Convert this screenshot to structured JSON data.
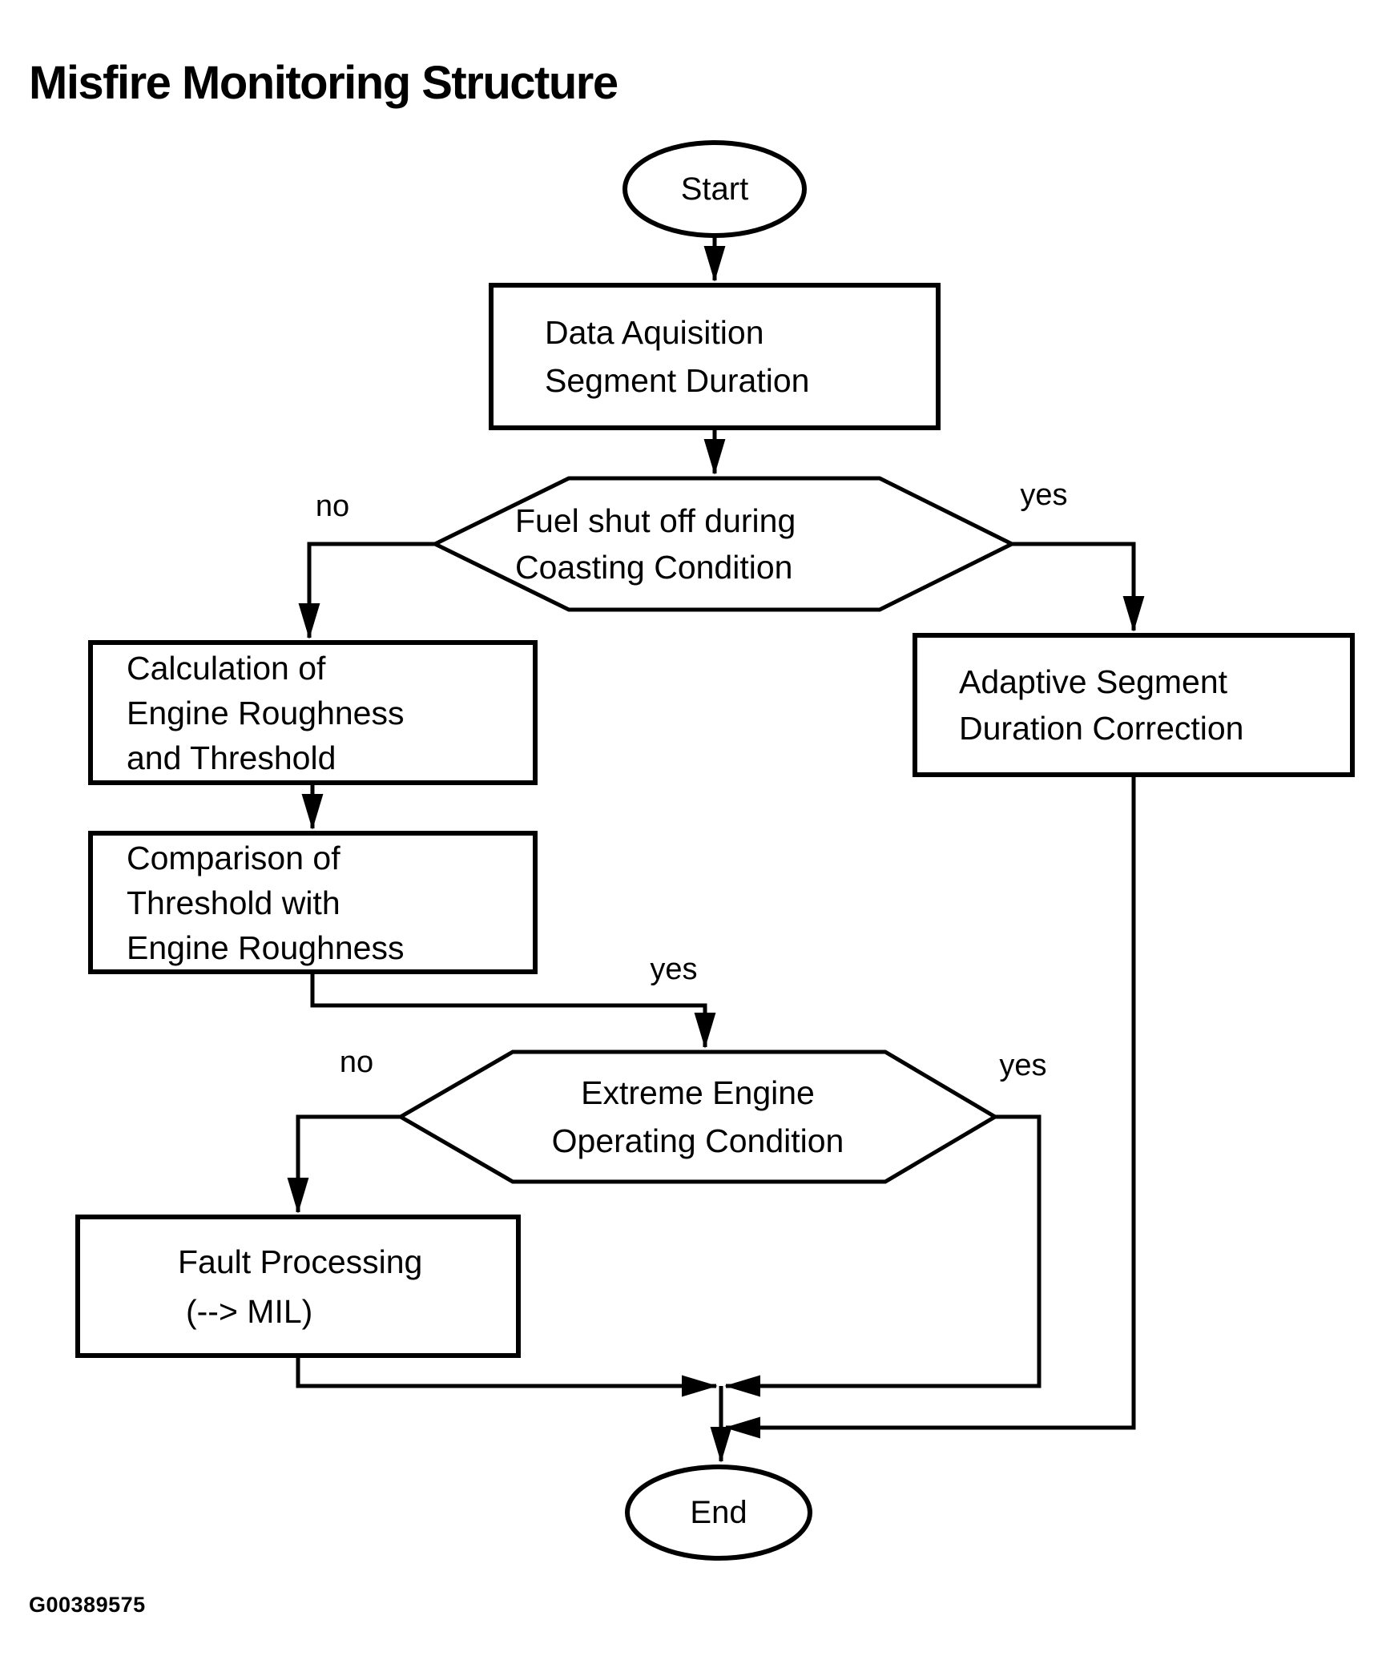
{
  "page": {
    "title": "Misfire Monitoring Structure",
    "figure_code": "G00389575",
    "background": "#ffffff",
    "ink": "#000000"
  },
  "nodes": {
    "start": {
      "label": "Start",
      "type": "terminator"
    },
    "data_acquisition": {
      "type": "process",
      "lines": [
        "Data Aquisition",
        "Segment Duration"
      ]
    },
    "fuel_shut_off": {
      "type": "decision",
      "lines": [
        "Fuel shut off during",
        "Coasting Condition"
      ]
    },
    "calculation": {
      "type": "process",
      "lines": [
        "Calculation of",
        "Engine Roughness",
        "and Threshold"
      ]
    },
    "comparison": {
      "type": "process",
      "lines": [
        "Comparison of",
        "Threshold with",
        "Engine Roughness"
      ]
    },
    "extreme_engine": {
      "type": "decision",
      "lines": [
        "Extreme Engine",
        "Operating Condition"
      ]
    },
    "fault_processing": {
      "type": "process",
      "lines": [
        "Fault Processing",
        "(--> MIL)"
      ]
    },
    "adaptive_segment": {
      "type": "process",
      "lines": [
        "Adaptive Segment",
        "Duration Correction"
      ]
    },
    "end": {
      "label": "End",
      "type": "terminator"
    }
  },
  "edge_labels": {
    "fuel_no": "no",
    "fuel_yes": "yes",
    "comparison_yes": "yes",
    "extreme_no": "no",
    "extreme_yes": "yes"
  }
}
